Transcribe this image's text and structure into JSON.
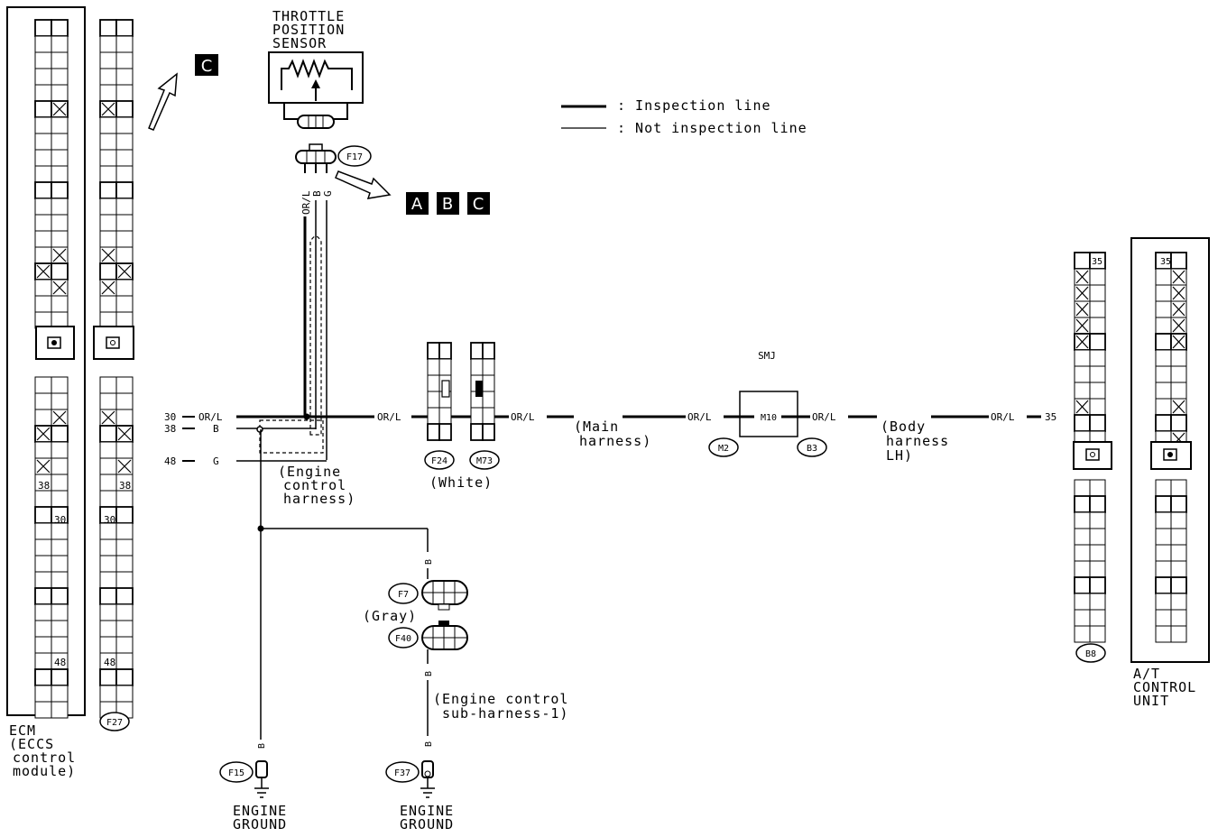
{
  "legend": {
    "inspection_line": ": Inspection line",
    "not_inspection_line": ": Not inspection line"
  },
  "sensor": {
    "title_line1": "THROTTLE",
    "title_line2": "POSITION",
    "title_line3": "SENSOR",
    "connector": "F17",
    "wires": [
      "OR/L",
      "B",
      "G"
    ]
  },
  "callouts": {
    "ecm_ref": "C",
    "sensor_refs": [
      "A",
      "B",
      "C"
    ]
  },
  "ecm": {
    "label_line1": "ECM",
    "label_line2": "(ECCS",
    "label_line3": "control",
    "label_line4": "module)",
    "connector": "F27",
    "pins": [
      "30",
      "38",
      "48"
    ],
    "pin_labels": {
      "p30": "30",
      "p38": "38",
      "p48": "48"
    }
  },
  "wiring": {
    "ecm_wires": [
      {
        "pin": "30",
        "color": "OR/L"
      },
      {
        "pin": "38",
        "color": "B"
      },
      {
        "pin": "48",
        "color": "G"
      }
    ],
    "engine_harness": {
      "line1": "(Engine",
      "line2": "control",
      "line3": "harness)"
    },
    "or_l": "OR/L",
    "f24": "F24",
    "m73": "M73",
    "white": "(White)",
    "main_harness": {
      "line1": "(Main",
      "line2": "harness)"
    },
    "smj": "SMJ",
    "m10": "M10",
    "m2": "M2",
    "b3": "B3",
    "body_harness": {
      "line1": "(Body",
      "line2": "harness",
      "line3": "LH)"
    },
    "pin35": "35",
    "b8": "B8"
  },
  "at_unit": {
    "label_line1": "A/T",
    "label_line2": "CONTROL",
    "label_line3": "UNIT",
    "pin": "35"
  },
  "grounds": {
    "f7": "F7",
    "gray": "(Gray)",
    "f40": "F40",
    "sub_harness": {
      "line1": "(Engine control",
      "line2": "sub-harness-1)"
    },
    "b_wire": "B",
    "f15": "F15",
    "f37": "F37",
    "ground_left": {
      "line1": "ENGINE",
      "line2": "GROUND"
    },
    "ground_right": {
      "line1": "ENGINE",
      "line2": "GROUND"
    }
  }
}
